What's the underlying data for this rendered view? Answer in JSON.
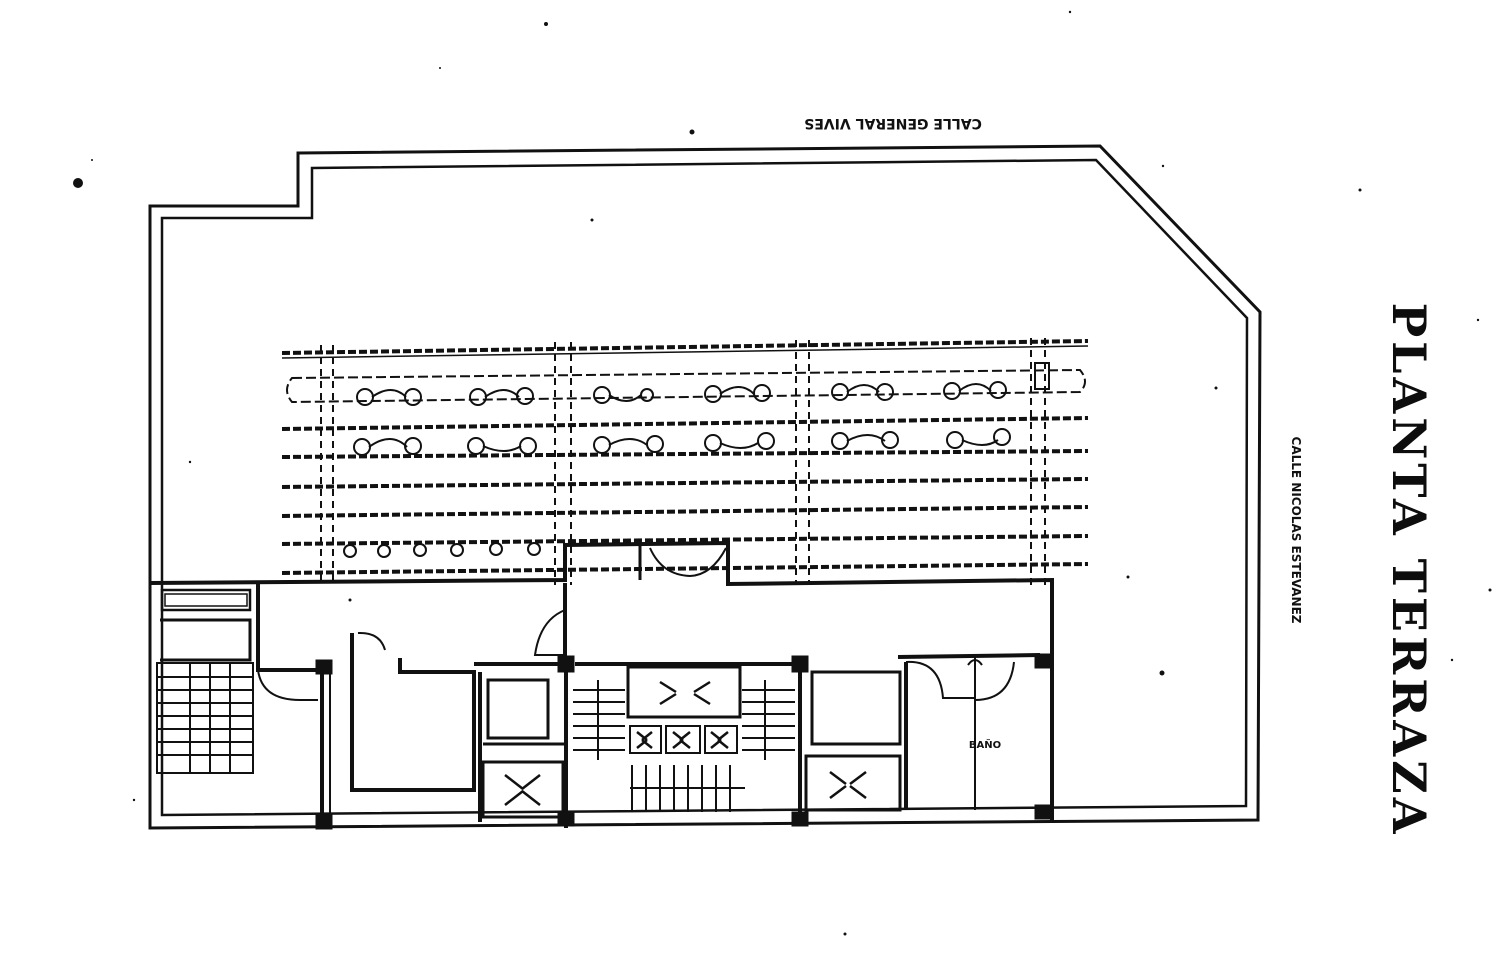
{
  "plan": {
    "title": "PLANTA TERRAZA",
    "street_top": "CALLE GENERAL VIVES",
    "street_right": "CALLE NICOLAS ESTEVANEZ",
    "room_label": "BAÑO"
  },
  "colors": {
    "ink": "#111111",
    "paper": "#ffffff"
  }
}
